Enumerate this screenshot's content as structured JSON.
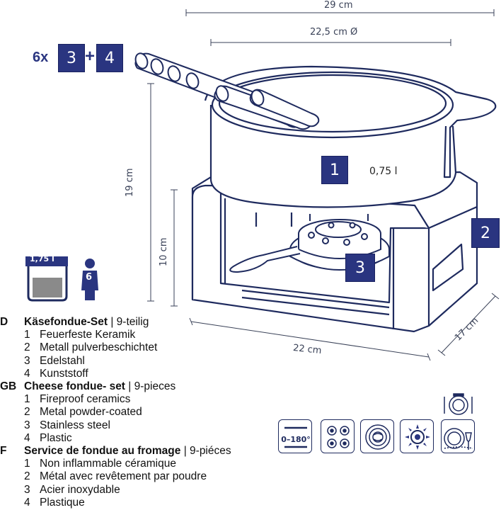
{
  "dimensions": {
    "total_width": "29 cm",
    "diameter": "22,5 cm Ø",
    "height_total": "19 cm",
    "height_stand": "10 cm",
    "base_width": "22 cm",
    "base_depth": "17 cm"
  },
  "set_count": {
    "multiplier": "6x",
    "part_a": "3",
    "plus": "+",
    "part_b": "4"
  },
  "parts": {
    "pot_badge": "1",
    "pot_capacity": "0,75 l",
    "stand_badge": "2",
    "burner_badge": "3"
  },
  "capacity_icon": {
    "volume": "1,75 l",
    "persons": "6"
  },
  "legend": [
    {
      "code": "D",
      "title": "Käsefondue-Set",
      "separator": "|",
      "pieces": "9-teilig",
      "items": [
        {
          "num": "1",
          "text": "Feuerfeste Keramik"
        },
        {
          "num": "2",
          "text": "Metall pulverbeschichtet"
        },
        {
          "num": "3",
          "text": "Edelstahl"
        },
        {
          "num": "4",
          "text": "Kunststoff"
        }
      ]
    },
    {
      "code": "GB",
      "title": "Cheese fondue- set",
      "separator": "|",
      "pieces": "9-pieces",
      "items": [
        {
          "num": "1",
          "text": "Fireproof ceramics"
        },
        {
          "num": "2",
          "text": "Metal powder-coated"
        },
        {
          "num": "3",
          "text": "Stainless steel"
        },
        {
          "num": "4",
          "text": "Plastic"
        }
      ]
    },
    {
      "code": "F",
      "title": "Service de fondue au fromage",
      "separator": "|",
      "pieces": "9-piéces",
      "items": [
        {
          "num": "1",
          "text": "Non inflammable céramique"
        },
        {
          "num": "2",
          "text": "Métal avec revêtement par poudre"
        },
        {
          "num": "3",
          "text": "Acier inoxydable"
        },
        {
          "num": "4",
          "text": "Plastique"
        }
      ]
    }
  ],
  "care_icons": {
    "oven_temp": "0–180°",
    "items": [
      "oven-temperature-icon",
      "electric-hob-icon",
      "induction-hob-icon",
      "gas-hob-icon",
      "dishwasher-icon"
    ]
  },
  "colors": {
    "navy": "#2a3580",
    "line": "#1e2a5e"
  }
}
